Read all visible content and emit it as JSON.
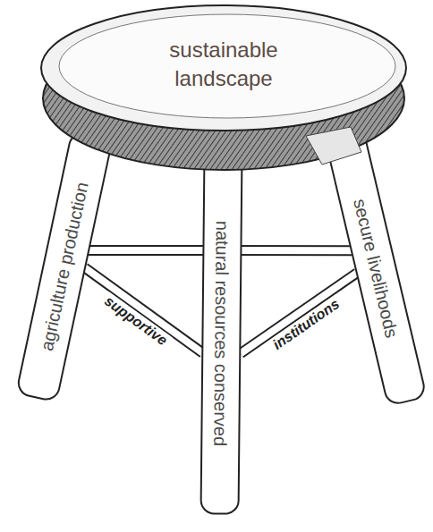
{
  "diagram": {
    "nodes": [
      {
        "text": [
          "sustainable landscape"
        ]
      },
      {
        "text": [
          "agriculture production"
        ]
      },
      {
        "text": [
          "natural resources conserved"
        ]
      },
      {
        "text": [
          "secure livelihoods"
        ]
      }
    ],
    "edges": [
      {
        "from": 1,
        "to": 2,
        "label": "supportive",
        "arrow": "none"
      },
      {
        "from": 2,
        "to": 3,
        "label": "institutions",
        "arrow": "none"
      },
      {
        "from": 1,
        "to": 3,
        "arrow": "none"
      }
    ]
  }
}
